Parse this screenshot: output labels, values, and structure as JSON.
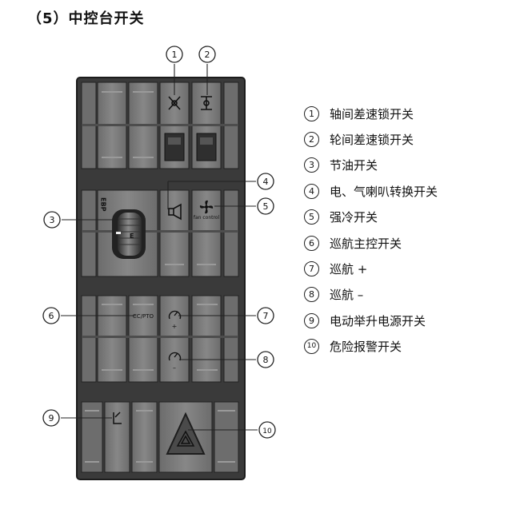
{
  "title": "（5）中控台开关",
  "callouts": [
    "1",
    "2",
    "3",
    "4",
    "5",
    "6",
    "7",
    "8",
    "9",
    "10"
  ],
  "legend": [
    {
      "num": "1",
      "text": "轴间差速锁开关"
    },
    {
      "num": "2",
      "text": "轮间差速锁开关"
    },
    {
      "num": "3",
      "text": "节油开关"
    },
    {
      "num": "4",
      "text": "电、气喇叭转换开关"
    },
    {
      "num": "5",
      "text": "强冷开关"
    },
    {
      "num": "6",
      "text": "巡航主控开关"
    },
    {
      "num": "7",
      "text": "巡航 +"
    },
    {
      "num": "8",
      "text": "巡航 –"
    },
    {
      "num": "9",
      "text": "电动举升电源开关"
    },
    {
      "num": "10",
      "text": "危险报警开关"
    }
  ],
  "switch_labels": {
    "ebp": "EBP",
    "e": "E",
    "fan_control": "fan control",
    "cc_pto": "CC/PTO",
    "plus": "+",
    "minus": "–"
  },
  "colors": {
    "panel": "#333333",
    "switch": "#7b7b7b",
    "switch_light": "#959595",
    "switch_dark": "#5a5a5a",
    "hazard_red": "#222222"
  }
}
